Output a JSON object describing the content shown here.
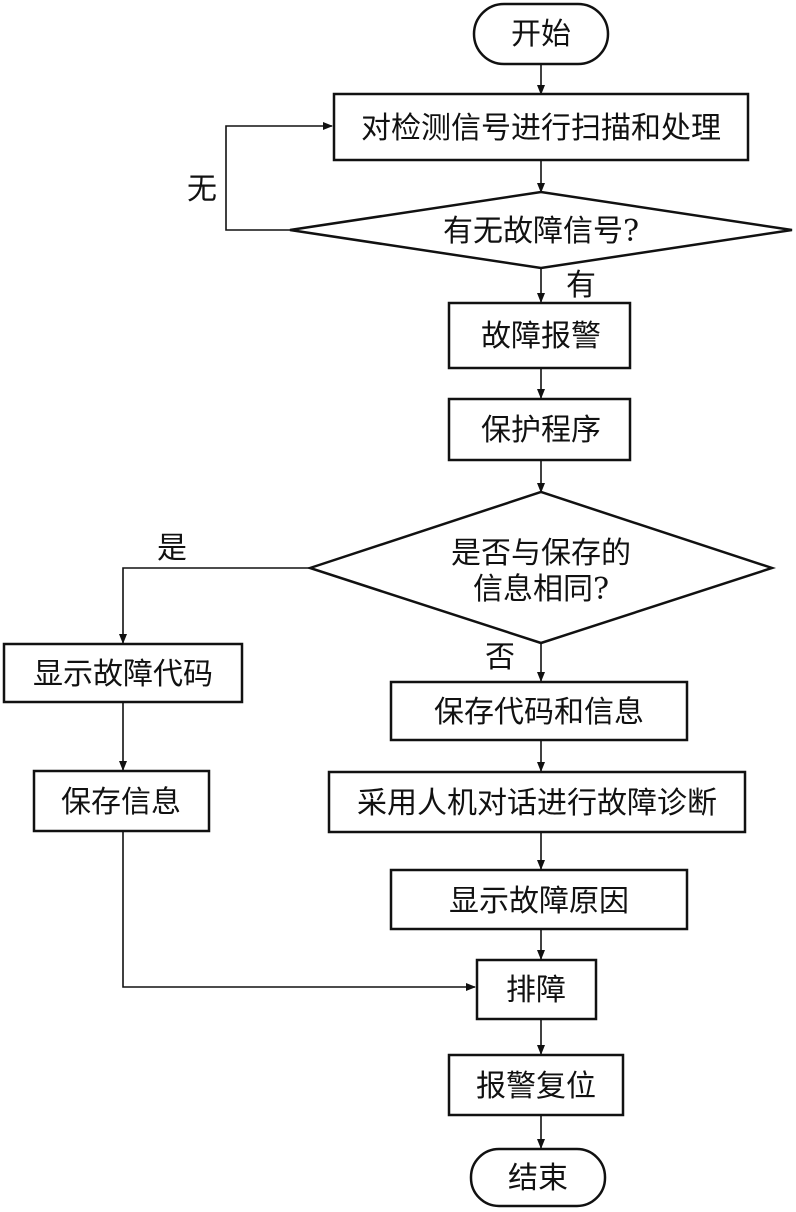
{
  "flowchart": {
    "start": "开始",
    "scan": "对检测信号进行扫描和处理",
    "decision_fault": "有无故障信号?",
    "label_no": "无",
    "label_yes": "有",
    "fault_alarm": "故障报警",
    "protect": "保护程序",
    "decision_same_line1": "是否与保存的",
    "decision_same_line2": "信息相同?",
    "label_shi": "是",
    "label_fou": "否",
    "show_code": "显示故障代码",
    "save_info": "保存信息",
    "save_code_info": "保存代码和信息",
    "dialog_diagnose": "采用人机对话进行故障诊断",
    "show_cause": "显示故障原因",
    "troubleshoot": "排障",
    "alarm_reset": "报警复位",
    "end": "结束"
  },
  "colors": {
    "stroke": "#111111",
    "background": "#ffffff"
  }
}
